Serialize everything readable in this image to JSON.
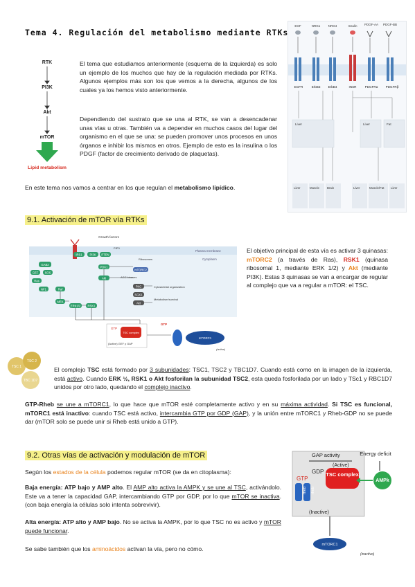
{
  "title": "Tema 4. Regulación del metabolismo mediante RTKs",
  "pathway": {
    "items": [
      "RTK",
      "PI3K",
      "Akt",
      "mTOR"
    ],
    "outcome": "Lipid metabolism"
  },
  "intro": {
    "p1": "El tema que estudiamos anteriormente (esquema de la izquierda) es solo un ejemplo de los muchos que hay de la regulación mediada por RTKs. Algunos ejemplos más son los que vemos a la derecha, algunos de los cuales ya los hemos visto anteriormente.",
    "p2": "Dependiendo del sustrato que se una al RTK, se van a desencadenar unas vías u otras. También va a depender en muchos casos del lugar del organismo en el que se una: se pueden promover unos procesos en unos órganos e inhibir los mismos en otros. Ejemplo de esto es la insulina o los PDGF (factor de crecimiento derivado de plaquetas).",
    "p3_a": "En este tema nos vamos a centrar en los que regulan el ",
    "p3_b": "metabolismo lipídico",
    "p3_c": "."
  },
  "rtk_figure": {
    "ligands": [
      "EGF",
      "NRG1",
      "NRG4",
      "Insulin",
      "PDGF-AA",
      "PDGF-BB"
    ],
    "receptors": [
      "EGFR",
      "ErbB3",
      "ErbB4",
      "INSR",
      "PDGFRα",
      "PDGFRβ"
    ],
    "tissues_top": [
      "Liver",
      "Liver",
      "Fat"
    ],
    "tissues_bottom": [
      "Liver",
      "Muscle",
      "Brain",
      "Liver",
      "Muscle/Fat",
      "Liver"
    ]
  },
  "section1": {
    "heading": "9.1. Activación de mTOR vía RTKs",
    "para_a": "El objetivo principal de esta vía es activar 3 quinasas: ",
    "mtorc2": "mTORC2",
    "para_b": " (a través de Ras), ",
    "rsk1": "RSK1",
    "para_c": " (quinasa ribosomal 1, mediante ERK 1/2) y ",
    "akt": "Akt",
    "para_d": " (mediante PI3K). Estas 3 quinasas se van a encargar de regular al complejo que va a regular a mTOR: el TSC.",
    "fig_labels": {
      "growth_factors": "Growth factors",
      "membrane": "Plasma membrane",
      "cytoplasm": "Cytoplasm",
      "nodes": [
        "GAB2",
        "GEF",
        "SOS",
        "Ras",
        "NF1",
        "Raf",
        "MEK",
        "ERK1/2",
        "RSK1",
        "IRS1",
        "PI3K",
        "PTEN",
        "PIP3",
        "PDK1",
        "Akt",
        "mTORC2",
        "Ribosomes",
        "AGC kinases",
        "PKC",
        "SGK1"
      ],
      "outputs": [
        "Cytoskeletal organization",
        "Metabolism/survival"
      ],
      "tsc_active": "(Active) GEF y GAP",
      "tsc_label": "TSC complex",
      "gtp": "GTP",
      "mtorc1": "mTORC1",
      "inactive": "(active)"
    }
  },
  "tsc_badges": [
    "TSC 1",
    "TSC 2",
    "TBC 1D7"
  ],
  "tsc_para": {
    "a": "El complejo ",
    "b": "TSC",
    "c": " está formado por ",
    "d": "3 subunidades",
    "e": ": TSC1, TSC2 y TBC1D7. Cuando está como en la imagen de la izquierda, está ",
    "f": "activo",
    "g": ". Cuando ",
    "h": "ERK ½, RSK1 o Akt fosforilan la subunidad TSC2",
    "i": ", esta queda fosforilada por un lado y TSc1 y RBC1D7 unidos por otro lado, quedando el ",
    "j": "complejo inactivo",
    "k": "."
  },
  "gtp_para": {
    "a": "GTP-Rheb",
    "b": " ",
    "c": "se une a mTORC1",
    "d": ", lo que hace que mTOR esté completamente activo y en su ",
    "e": "máxima actividad",
    "f": ". ",
    "g": "Si TSC es funcional, mTORC1 está inactivo",
    "h": ": cuando TSC está activo, ",
    "i": "intercambia GTP por GDP (GAP)",
    "j": ", y la unión entre mTORC1 y Rheb-GDP no se puede dar (mTOR solo se puede unir si Rheb está unido a GTP)."
  },
  "section2": {
    "heading": "9.2. Otras vías de activación y modulación de mTOR",
    "intro_a": "Según los ",
    "intro_b": "estados de la célula",
    "intro_c": " podemos regular mTOR (se da en citoplasma):",
    "low_a": "Baja energía: ATP bajo y AMP alto",
    "low_b": ". El ",
    "low_c": "AMP alto activa la AMPK y se une al TSC",
    "low_d": ", activándolo. Este va a tener la capacidad GAP, intercambiando GTP por GDP, por lo que ",
    "low_e": "mTOR se inactiva",
    "low_f": ". (con baja energía la células solo intenta sobrevivir).",
    "high_a": "Alta energía: ATP alto y AMP bajo",
    "high_b": ". No se activa la AMPK, por lo que TSC no es activo y ",
    "high_c": "mTOR puede funcionar",
    "high_d": ".",
    "amino_a": "Se sabe también que los ",
    "amino_b": "aminoácidos",
    "amino_c": " activan la vía, pero no cómo.",
    "fig": {
      "gap_activity": "GAP activity",
      "gtp": "GTP",
      "gdp": "GDP",
      "active": "(Active)",
      "tsc": "TSC complex",
      "rheb": "rheb",
      "inactive": "(Inactive)",
      "energy": "Energy deficit",
      "ampk": "AMPk",
      "mtorc1": "mTORC1",
      "inactive2": "(inactivo)"
    }
  }
}
